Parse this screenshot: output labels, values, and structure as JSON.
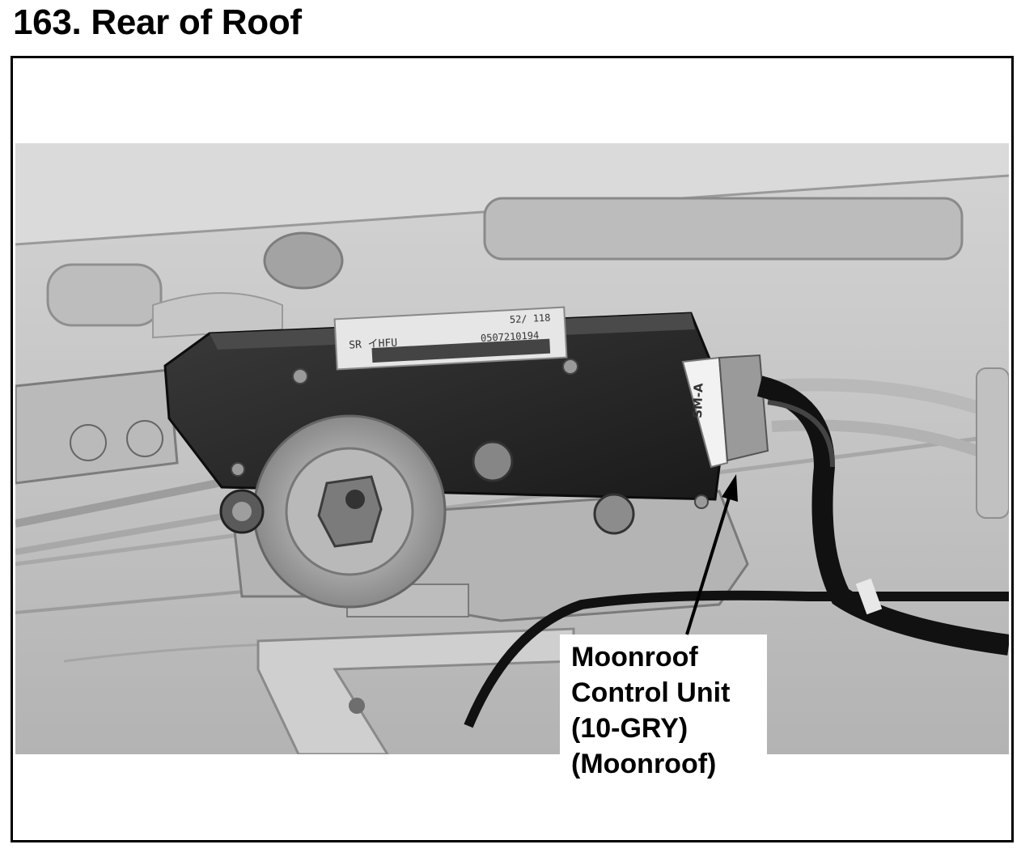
{
  "page": {
    "title": "163. Rear of Roof"
  },
  "figure": {
    "photo_colors": {
      "background_panel": "#c9c9c9",
      "module_body": "#2a2a2a",
      "label": "#e6e6e6",
      "harness": "#111111"
    },
    "callout": {
      "lines": [
        "Moonroof",
        "Control Unit",
        "(10-GRY)",
        "(Moonroof)"
      ]
    },
    "component_labels": {
      "label_line_1": "SR  イHFU",
      "label_line_2": "0507210194",
      "label_line_3": "52/ 118",
      "connector_tag": "SM-A"
    }
  }
}
